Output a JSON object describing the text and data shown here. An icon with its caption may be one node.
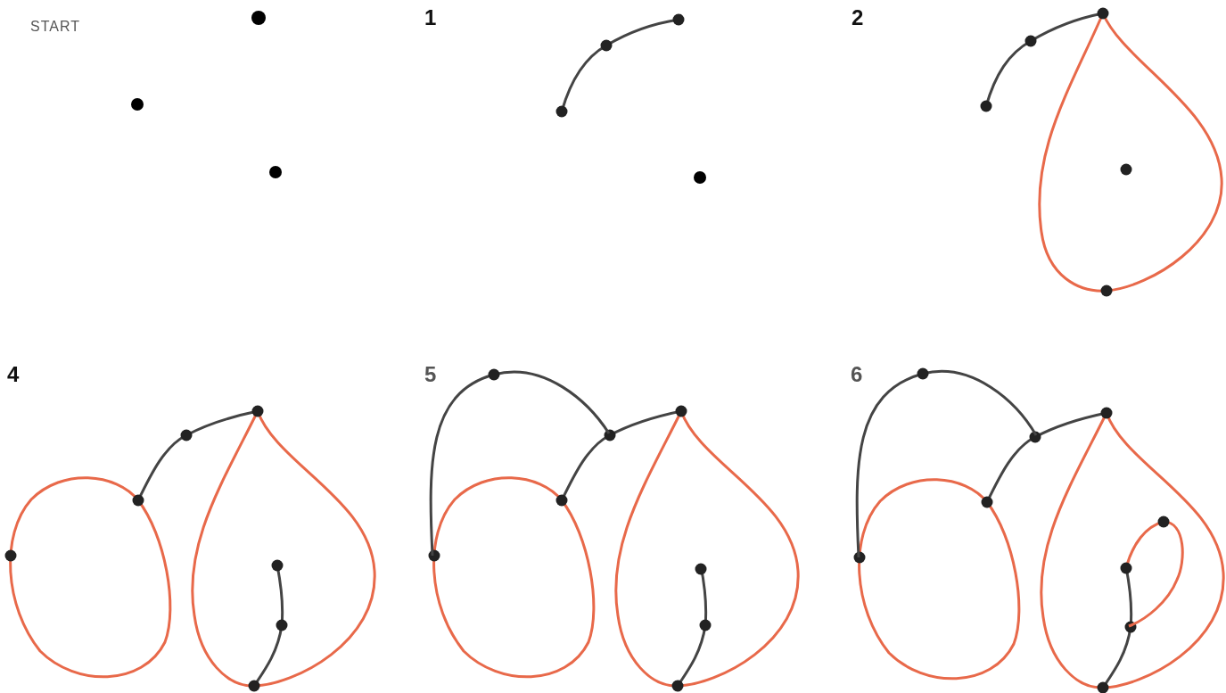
{
  "diagram": {
    "labels": [
      "START",
      "1",
      "2",
      "4",
      "5",
      "6"
    ]
  }
}
